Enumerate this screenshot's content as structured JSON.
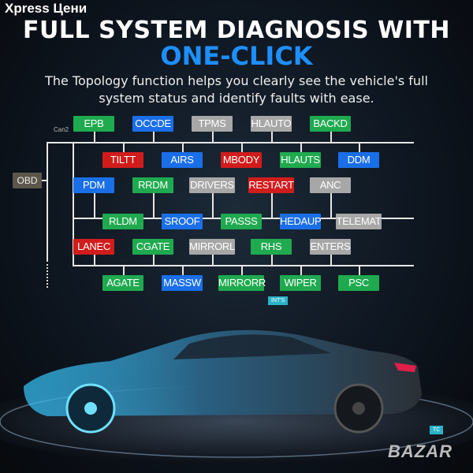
{
  "header": {
    "title_line1": "FULL SYSTEM DIAGNOSIS WITH",
    "title_line2": "ONE-CLICK",
    "subtitle_line1": "The Topology function helps you clearly see the vehicle's full",
    "subtitle_line2": "system status and identify faults with ease."
  },
  "watermark_top": "Xpress Цени",
  "watermark_bottom": "BAZAR",
  "colors": {
    "green": "#1faa4f",
    "blue": "#1a6fe8",
    "gray": "#a7a7a7",
    "red": "#d11c1c"
  },
  "topology": {
    "root": "OBD",
    "bus_label": "Can2",
    "rows": [
      [
        {
          "l": "EPB",
          "c": "green"
        },
        {
          "l": "OCCDE",
          "c": "blue"
        },
        {
          "l": "TPMS",
          "c": "gray"
        },
        {
          "l": "HLAUTO",
          "c": "gray"
        },
        {
          "l": "BACKD",
          "c": "green"
        }
      ],
      [
        {
          "l": "TILTT",
          "c": "red"
        },
        {
          "l": "AIRS",
          "c": "blue"
        },
        {
          "l": "MBODY",
          "c": "red"
        },
        {
          "l": "HLAUTS",
          "c": "green"
        },
        {
          "l": "DDM",
          "c": "blue"
        }
      ],
      [
        {
          "l": "PDM",
          "c": "blue"
        },
        {
          "l": "RRDM",
          "c": "green"
        },
        {
          "l": "DRIVERS",
          "c": "gray"
        },
        {
          "l": "RESTART",
          "c": "red"
        },
        {
          "l": "ANC",
          "c": "gray"
        }
      ],
      [
        {
          "l": "RLDM",
          "c": "green"
        },
        {
          "l": "SROOF",
          "c": "blue"
        },
        {
          "l": "PASSS",
          "c": "green"
        },
        {
          "l": "HEDAUP",
          "c": "blue"
        },
        {
          "l": "TELEMAT",
          "c": "gray"
        }
      ],
      [
        {
          "l": "LANEC",
          "c": "red"
        },
        {
          "l": "CGATE",
          "c": "green"
        },
        {
          "l": "MIRRORL",
          "c": "gray"
        },
        {
          "l": "RHS",
          "c": "green"
        },
        {
          "l": "ENTERS",
          "c": "gray"
        }
      ],
      [
        {
          "l": "AGATE",
          "c": "green"
        },
        {
          "l": "MASSW",
          "c": "blue"
        },
        {
          "l": "MIRRORR",
          "c": "green"
        },
        {
          "l": "WIPER",
          "c": "green"
        },
        {
          "l": "PSC",
          "c": "green"
        }
      ]
    ]
  },
  "car_tags": [
    "INT'S",
    "TC"
  ]
}
